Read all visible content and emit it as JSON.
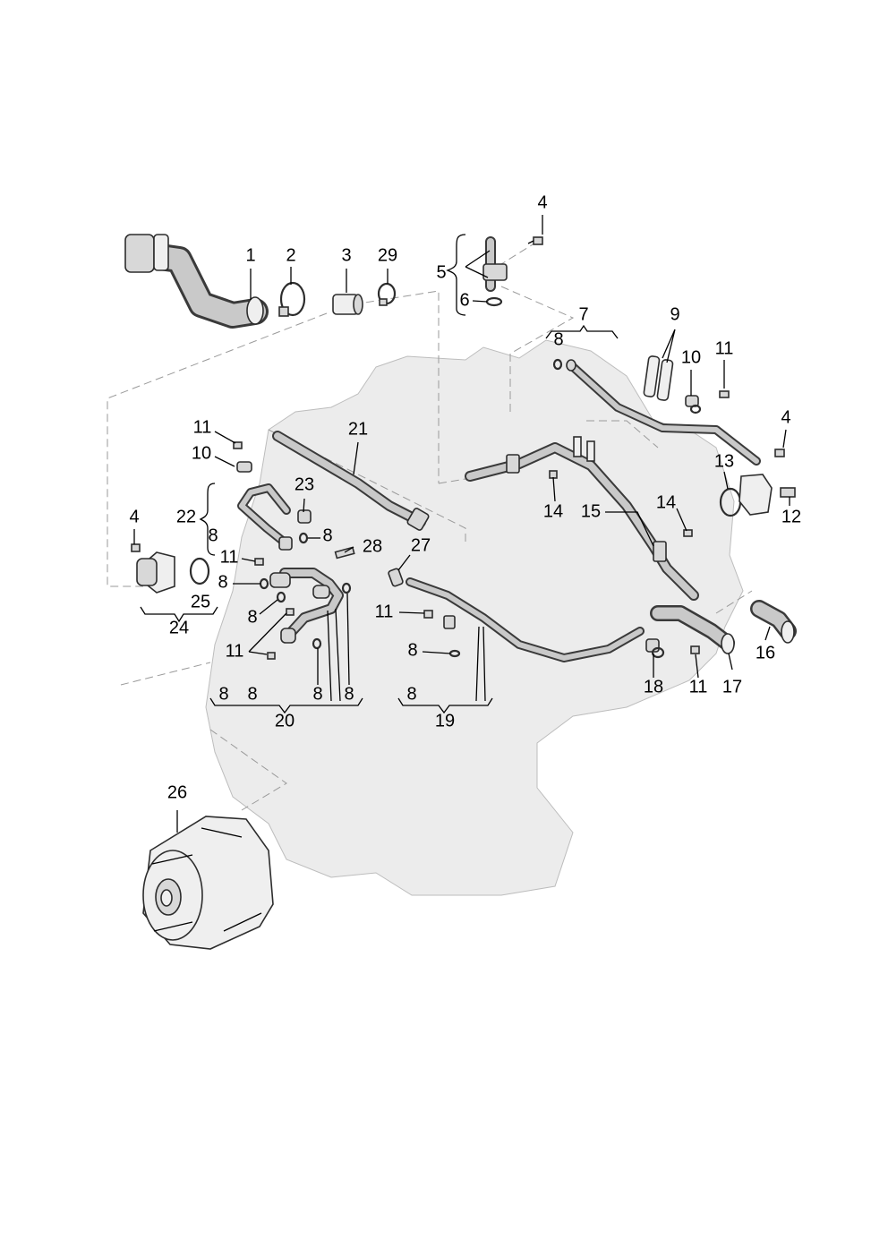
{
  "callouts": {
    "c1": "1",
    "c2": "2",
    "c3": "3",
    "c29": "29",
    "c4a": "4",
    "c5": "5",
    "c6": "6",
    "c7": "7",
    "c8a": "8",
    "c9": "9",
    "c10a": "10",
    "c11a": "11",
    "c4b": "4",
    "c13": "13",
    "c12": "12",
    "c11b": "11",
    "c10b": "10",
    "c21": "21",
    "c22": "22",
    "c8b": "8",
    "c23": "23",
    "c8c": "8",
    "c4c": "4",
    "c11c": "11",
    "c28": "28",
    "c27": "27",
    "c8d": "8",
    "c25": "25",
    "c24": "24",
    "c8e": "8",
    "c11d": "11",
    "c14a": "14",
    "c15": "15",
    "c14b": "14",
    "c11e": "11",
    "c8f": "8",
    "c16": "16",
    "c17": "17",
    "c18": "18",
    "c11f": "11",
    "c20_8a": "8",
    "c20_8b": "8",
    "c20_8c": "8",
    "c20_8d": "8",
    "c20": "20",
    "c19_8": "8",
    "c19": "19",
    "c26": "26"
  },
  "colors": {
    "engine_fill": "#ececec",
    "line": "#000000",
    "dash": "#9a9a9a"
  }
}
